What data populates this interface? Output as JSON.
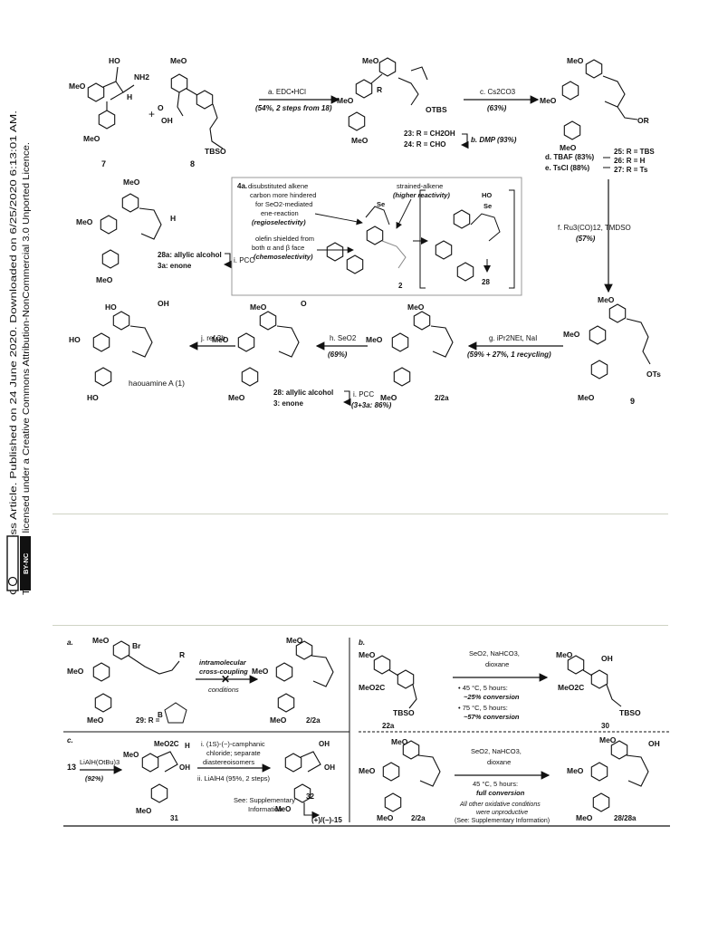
{
  "sidebar": {
    "line1": "Open Access Article. Published on 24 June 2020. Downloaded on 6/25/2020 6:13:01 AM.",
    "line2": "This article is licensed under a Creative Commons Attribution-NonCommercial 3.0 Unported Licence.",
    "license_badge": "BY-NC"
  },
  "scheme1": {
    "cmpd_7": "7",
    "cmpd_8": "8",
    "plus": "+",
    "step_a": "a. EDC•HCl",
    "step_a_yield": "(54%, 2 steps from 18)",
    "cmpd_23": "23: R = CH2OH",
    "cmpd_24": "24: R = CHO",
    "step_b": "b. DMP (93%)",
    "step_c": "c. Cs2CO3",
    "step_c_yield": "(63%)",
    "step_d": "d. TBAF (83%)",
    "step_e": "e. TsCl (88%)",
    "cmpd_25": "25: R = TBS",
    "cmpd_26": "26: R = H",
    "cmpd_27": "27: R = Ts",
    "step_f": "f. Ru3(CO)12, TMDSO",
    "step_f_yield": "(57%)",
    "cmpd_9": "9",
    "step_g": "g. iPr2NEt, NaI",
    "step_g_yield": "(59% + 27%, 1 recycling)",
    "cmpd_2": "2/2a",
    "step_h": "h. SeO2",
    "step_h_yield": "(69%)",
    "cmpd_28_3": "28: allylic alcohol",
    "cmpd_3": "3: enone",
    "step_i": "i. PCC",
    "step_i_yield": "(3+3a: 86%)",
    "step_j": "j. ref 3b",
    "final": "haouamine A (1)",
    "cmpd_28a": "28a: allylic alcohol",
    "cmpd_3a": "3a: enone",
    "step_i2": "i. PCC",
    "label_OTBS": "OTBS",
    "label_OR": "OR",
    "label_OTs": "OTs",
    "label_TBSO": "TBSO",
    "label_MeO": "MeO",
    "label_HO": "HO",
    "label_OH": "OH",
    "label_NH2": "NH2",
    "label_H": "H",
    "label_R": "R",
    "label_O": "O",
    "inset": {
      "tag": "4a.",
      "note1": "disubstituted alkene",
      "note2": "carbon more hindered",
      "note3": "for SeO2-mediated",
      "note4": "ene-reaction",
      "note5": "(regioselectivity)",
      "note6": "strained-alkene",
      "note7": "(higher reactivity)",
      "note8": "olefin shielded from",
      "note9": "both α and β face",
      "note10": "(chemoselectivity)",
      "cmpd_2": "2",
      "cmpd_28": "28",
      "label_Se": "Se",
      "label_HO": "HO"
    }
  },
  "scheme2": {
    "tag_a": "a.",
    "tag_b": "b.",
    "tag_c": "c.",
    "a_arrow_top1": "intramolecular",
    "a_arrow_top2": "cross-coupling",
    "a_arrow_bottom": "conditions",
    "a_cmpd29": "29: R =",
    "a_product": "2/2a",
    "label_Br": "Br",
    "label_B": "B",
    "b_reagent1": "SeO2, NaHCO3,",
    "b_reagent2": "dioxane",
    "b_cond1": "• 45 °C, 5 hours:",
    "b_conv1": "~25% conversion",
    "b_cond2": "• 75 °C, 5 hours:",
    "b_conv2": "~57% conversion",
    "b_sm": "22a",
    "b_product": "30",
    "label_MeO2C": "MeO2C",
    "b2_reagent1": "SeO2, NaHCO3,",
    "b2_reagent2": "dioxane",
    "b2_cond": "45 °C, 5 hours:",
    "b2_conv": "full conversion",
    "b2_note1": "All other oxidative conditions",
    "b2_note2": "were unproductive",
    "b2_note3": "(See: Supplementary Information)",
    "b2_sm": "2/2a",
    "b2_product": "28/28a",
    "c_sm": "13",
    "c_reagent": "LiAlH(OtBu)3",
    "c_yield": "(92%)",
    "c_int": "31",
    "c_step1a": "i. (1S)-(−)-camphanic",
    "c_step1b": "chloride; separate",
    "c_step1c": "diastereoisomers",
    "c_step2": "ii. LiAlH4 (95%, 2 steps)",
    "c_product": "32",
    "c_see1": "See: Supplementary",
    "c_see2": "Information",
    "c_final": "(+)/(−)-15"
  }
}
